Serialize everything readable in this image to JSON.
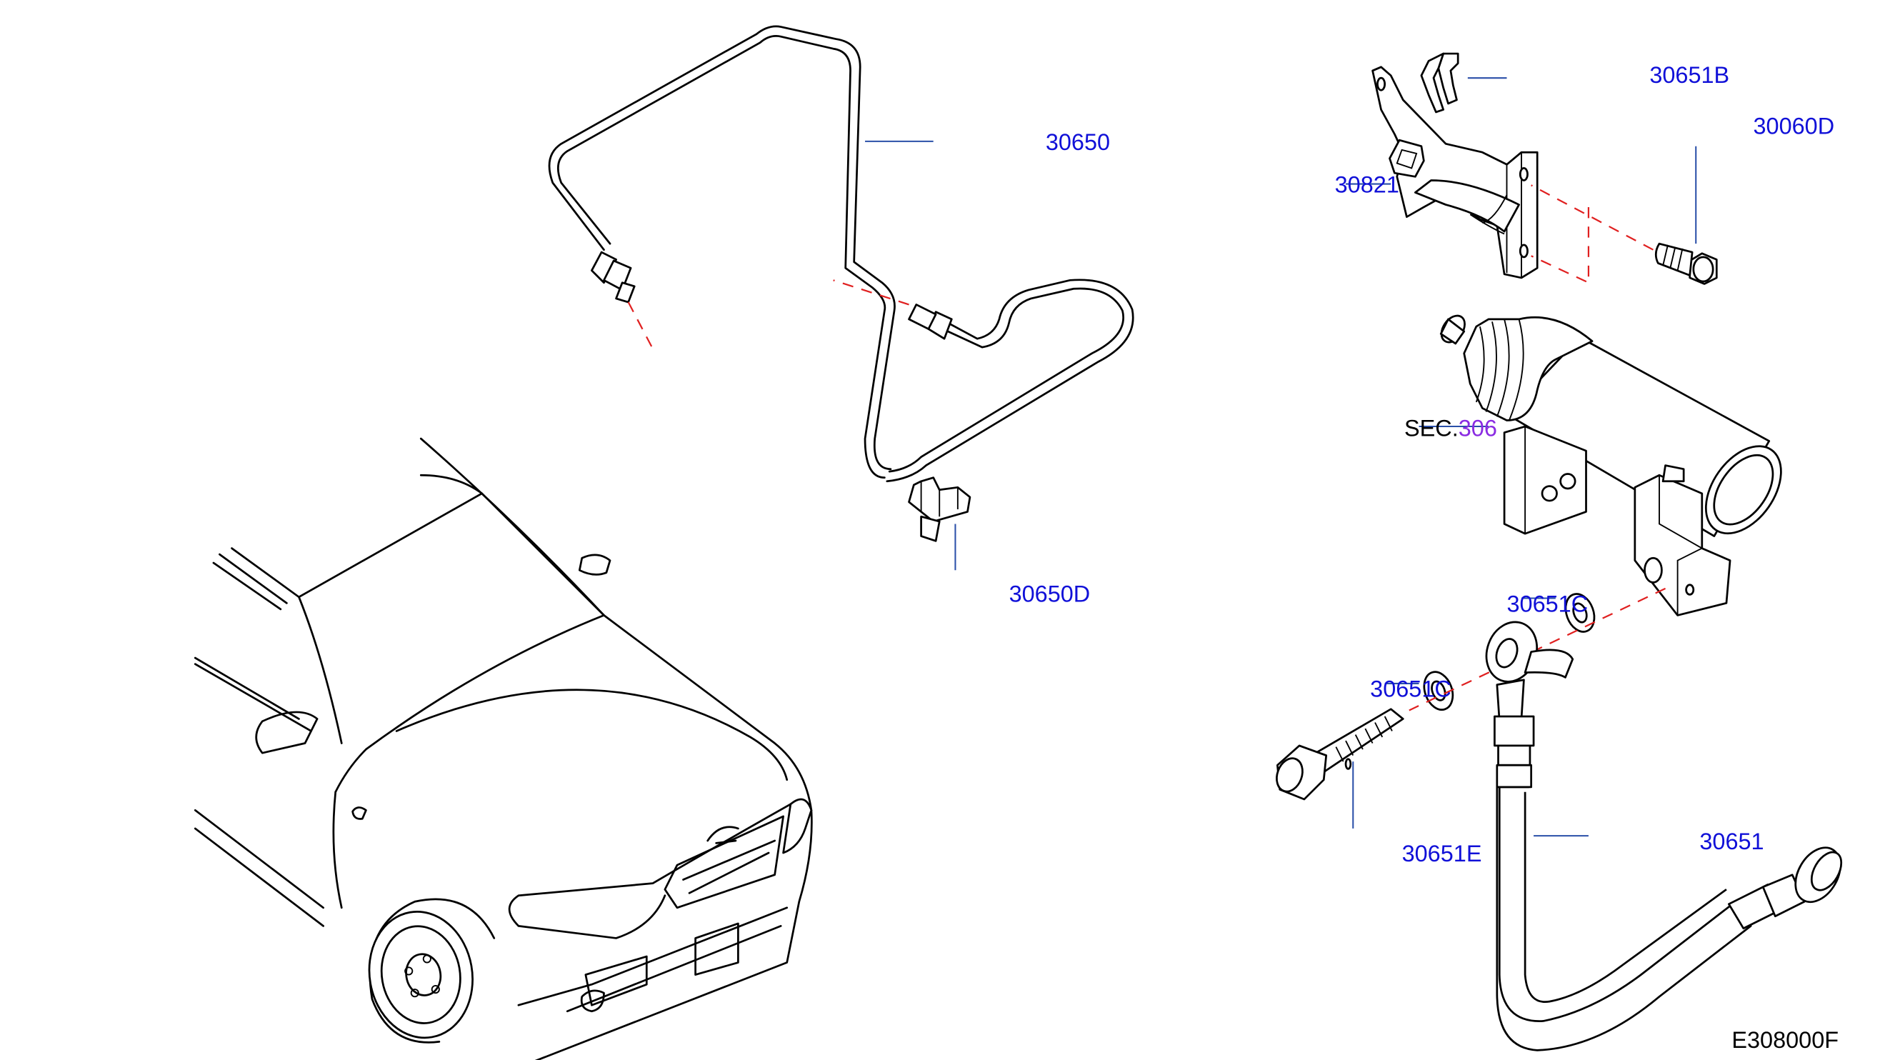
{
  "parts": {
    "p30651B": "30651B",
    "p30060D": "30060D",
    "p30821": "30821",
    "sec_prefix": "SEC.",
    "sec_number": "306",
    "p30651C_a": "30651C",
    "p30651C_b": "30651C",
    "p30651": "30651",
    "p30651E": "30651E",
    "p30650": "30650",
    "p30650D": "30650D"
  },
  "diagram_code": "E308000F",
  "colors": {
    "part_label": "#1010d8",
    "section_number": "#8a2be2",
    "leader_line": "#2a4fa8",
    "alignment_line": "#e02020",
    "drawing": "#000000"
  }
}
